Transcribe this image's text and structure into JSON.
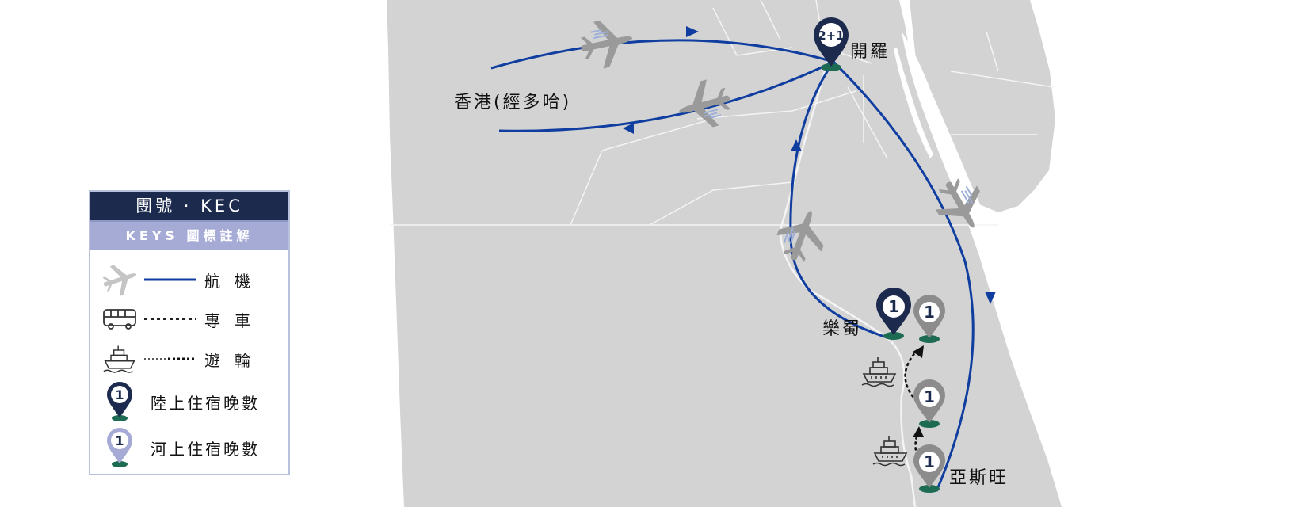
{
  "map": {
    "cities": {
      "cairo": "開羅",
      "hongkong": "香港(經多哈)",
      "luxor": "樂蜀",
      "aswan": "亞斯旺"
    },
    "pins": {
      "cairo": "2+1",
      "luxor_land": "1",
      "luxor_river": "1",
      "mid_river": "1",
      "aswan_river": "1"
    }
  },
  "legend": {
    "title": "團號 · KEC",
    "subtitle": "KEYS 圖標註解",
    "flight_label": "航機",
    "coach_label": "專車",
    "cruise_label": "遊輪",
    "land_pin_number": "1",
    "land_label": "陸上住宿晚數",
    "river_pin_number": "1",
    "river_label": "河上住宿晚數"
  },
  "colors": {
    "route": "#0f3ea0",
    "land_pin": "#1c2a4e",
    "river_pin": "#8c8c8c",
    "pin_base": "#1d6b53",
    "land": "#d3d3d3",
    "sea": "#ffffff",
    "legend_header": "#1c2a4e",
    "legend_sub": "#a6abd6"
  },
  "icons": [
    "plane-icon",
    "bus-icon",
    "ship-icon",
    "map-pin-icon"
  ]
}
